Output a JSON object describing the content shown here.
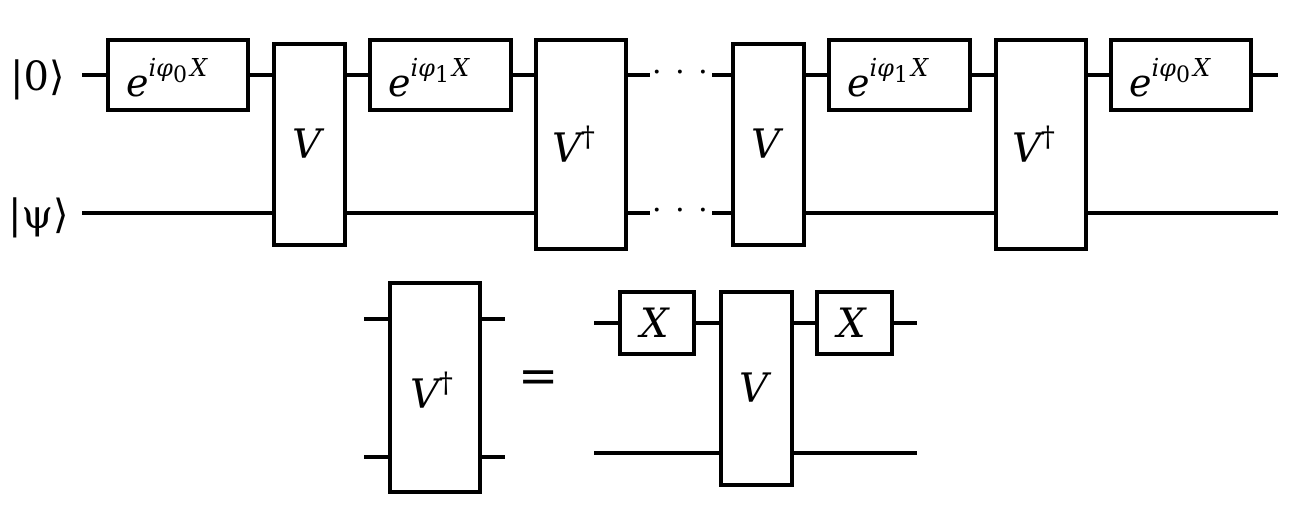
{
  "circuit": {
    "input_labels": [
      "|0⟩",
      "|ψ⟩"
    ],
    "ellipsis": "· · ·",
    "gates": {
      "phase0": {
        "base": "e",
        "exponent": "iφ",
        "subscript": "0",
        "operator": "X"
      },
      "phase1": {
        "base": "e",
        "exponent": "iφ",
        "subscript": "1",
        "operator": "X"
      },
      "V": "V",
      "V_dagger": {
        "base": "V",
        "dagger": "†"
      },
      "X": "X"
    }
  },
  "identity": {
    "equals": "="
  }
}
